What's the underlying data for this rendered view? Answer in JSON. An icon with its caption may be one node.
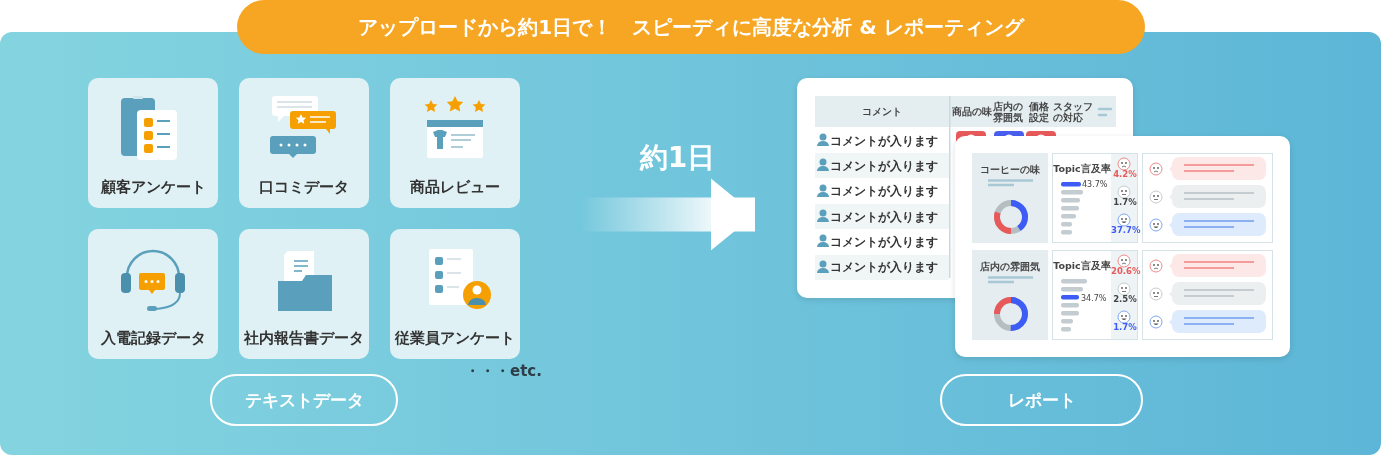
{
  "diagram": {
    "nodes": [
      {
        "text": [
          "アップロードから約1日で！　スピーディに高度な分析 & レポーティング"
        ]
      },
      {
        "text": [
          "顧客アンケート"
        ]
      },
      {
        "text": [
          "口コミデータ"
        ]
      },
      {
        "text": [
          "商品レビュー"
        ]
      },
      {
        "text": [
          "入電記録データ"
        ]
      },
      {
        "text": [
          "社内報告書データ"
        ]
      },
      {
        "text": [
          "従業員アンケート"
        ]
      },
      {
        "text": [
          "テキストデータ"
        ]
      },
      {
        "text": [
          "レポート"
        ]
      },
      {
        "text": [],
        "shape": "picture"
      },
      {
        "text": [],
        "shape": "picture"
      }
    ],
    "edges": [
      {
        "from": null,
        "to": 9,
        "arrow": "to",
        "label": "約1日"
      }
    ],
    "labels": [
      "コメント",
      "商品の味",
      "店内の雰囲気",
      "価格設定",
      "スタッフの対応",
      "コメントが入ります",
      "コメントが入ります",
      "コメントが入ります",
      "コメントが入ります",
      "コメントが入ります",
      "コメントが入ります",
      "コーヒーの味",
      "Topic言及率",
      "43.7%",
      "4.2%",
      "1.7%",
      "37.7%",
      "店内の雰囲気",
      "Topic言及率",
      "34.7%",
      "20.6%",
      "2.5%",
      "1.7%",
      "・・・etc."
    ]
  }
}
